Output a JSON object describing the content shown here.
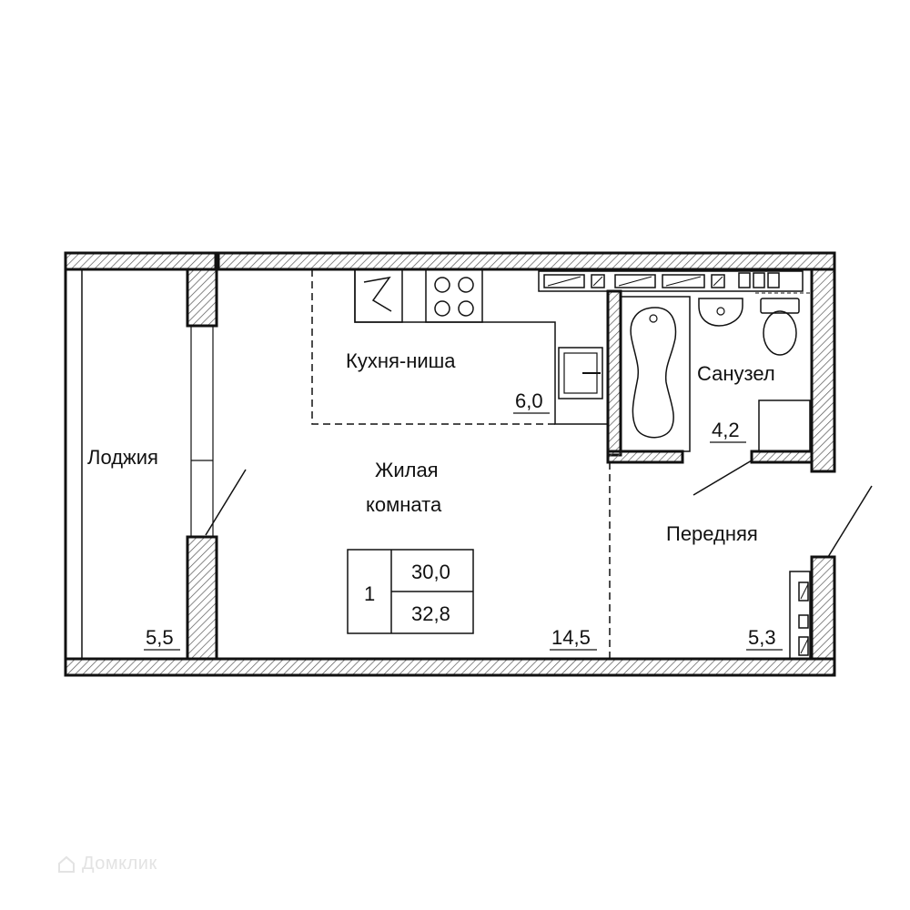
{
  "rooms": {
    "loggia": {
      "name": "Лоджия",
      "area": "5,5"
    },
    "kitchen": {
      "name": "Кухня-ниша",
      "area": "6,0"
    },
    "living": {
      "name_line1": "Жилая",
      "name_line2": "комната",
      "area": "14,5"
    },
    "bathroom": {
      "name": "Санузел",
      "area": "4,2"
    },
    "hall": {
      "name": "Передняя",
      "area": "5,3"
    }
  },
  "summary": {
    "rooms_count": "1",
    "living_total": "30,0",
    "total_area": "32,8"
  },
  "watermark": {
    "text": "Домклик"
  },
  "colors": {
    "wall": "#111111",
    "hatch": "#555555",
    "watermark": "#e3e3e3"
  }
}
